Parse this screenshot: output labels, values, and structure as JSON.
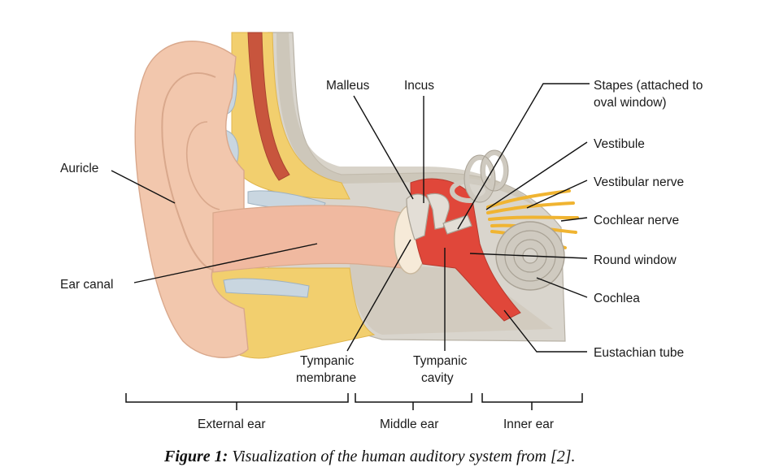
{
  "labels": {
    "malleus": "Malleus",
    "incus": "Incus",
    "stapes_line1": "Stapes (attached to",
    "stapes_line2": "oval window)",
    "vestibule": "Vestibule",
    "vestibular_nerve": "Vestibular nerve",
    "cochlear_nerve": "Cochlear nerve",
    "round_window": "Round window",
    "cochlea": "Cochlea",
    "eustachian_tube": "Eustachian tube",
    "auricle": "Auricle",
    "ear_canal": "Ear canal",
    "tympanic_membrane_line1": "Tympanic",
    "tympanic_membrane_line2": "membrane",
    "tympanic_cavity_line1": "Tympanic",
    "tympanic_cavity_line2": "cavity"
  },
  "regions": {
    "external": "External ear",
    "middle": "Middle ear",
    "inner": "Inner ear"
  },
  "caption": {
    "prefix": "Figure 1:",
    "text": " Visualization of the human auditory system from [2]."
  },
  "colors": {
    "skin": "#f2c7ad",
    "bone": "#d8d4cc",
    "fat": "#f2cf6e",
    "cartilage": "#c9d6e0",
    "muscle": "#c8553d",
    "cavity_red": "#e0473a",
    "nerve": "#f0b431",
    "cochlea": "#cfcac0"
  }
}
